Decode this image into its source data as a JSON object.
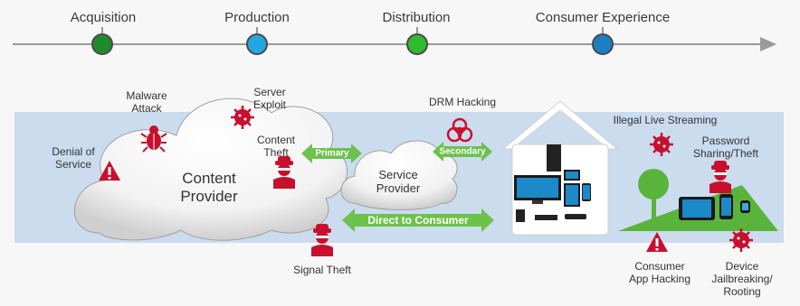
{
  "timeline": {
    "stages": [
      {
        "label": "Acquisition",
        "color": "#1e8a2e"
      },
      {
        "label": "Production",
        "color": "#22a7e0"
      },
      {
        "label": "Distribution",
        "color": "#2ebb2e"
      },
      {
        "label": "Consumer Experience",
        "color": "#1b7fc1"
      }
    ]
  },
  "clouds": {
    "content_provider": {
      "line1": "Content",
      "line2": "Provider"
    },
    "service_provider": {
      "line1": "Service",
      "line2": "Provider"
    }
  },
  "arrows": {
    "primary": "Primary",
    "secondary": "Secondary",
    "direct": "Direct to Consumer"
  },
  "threats": {
    "malware": {
      "line1": "Malware",
      "line2": "Attack",
      "icon": "bug-icon"
    },
    "server": {
      "line1": "Server",
      "line2": "Exploit",
      "icon": "virus-icon"
    },
    "dos": {
      "line1": "Denial of",
      "line2": "Service",
      "icon": "warning-icon"
    },
    "content_theft": {
      "line1": "Content",
      "line2": "Theft",
      "icon": "thief-icon"
    },
    "drm": {
      "line1": "DRM Hacking",
      "icon": "biohazard-icon"
    },
    "signal_theft": {
      "line1": "Signal Theft",
      "icon": "thief-icon"
    },
    "illegal_streaming": {
      "line1": "Illegal Live Streaming",
      "icon": "virus-icon"
    },
    "password": {
      "line1": "Password",
      "line2": "Sharing/Theft",
      "icon": "thief-icon"
    },
    "app_hacking": {
      "line1": "Consumer",
      "line2": "App Hacking",
      "icon": "warning-icon"
    },
    "jailbreak": {
      "line1": "Device",
      "line2": "Jailbreaking/",
      "line3": "Rooting",
      "icon": "virus-icon"
    }
  },
  "colors": {
    "threat_red": "#c8102e",
    "arrow_green": "#6cc24a",
    "band": "#cbdcef",
    "hill": "#5ab43c"
  }
}
